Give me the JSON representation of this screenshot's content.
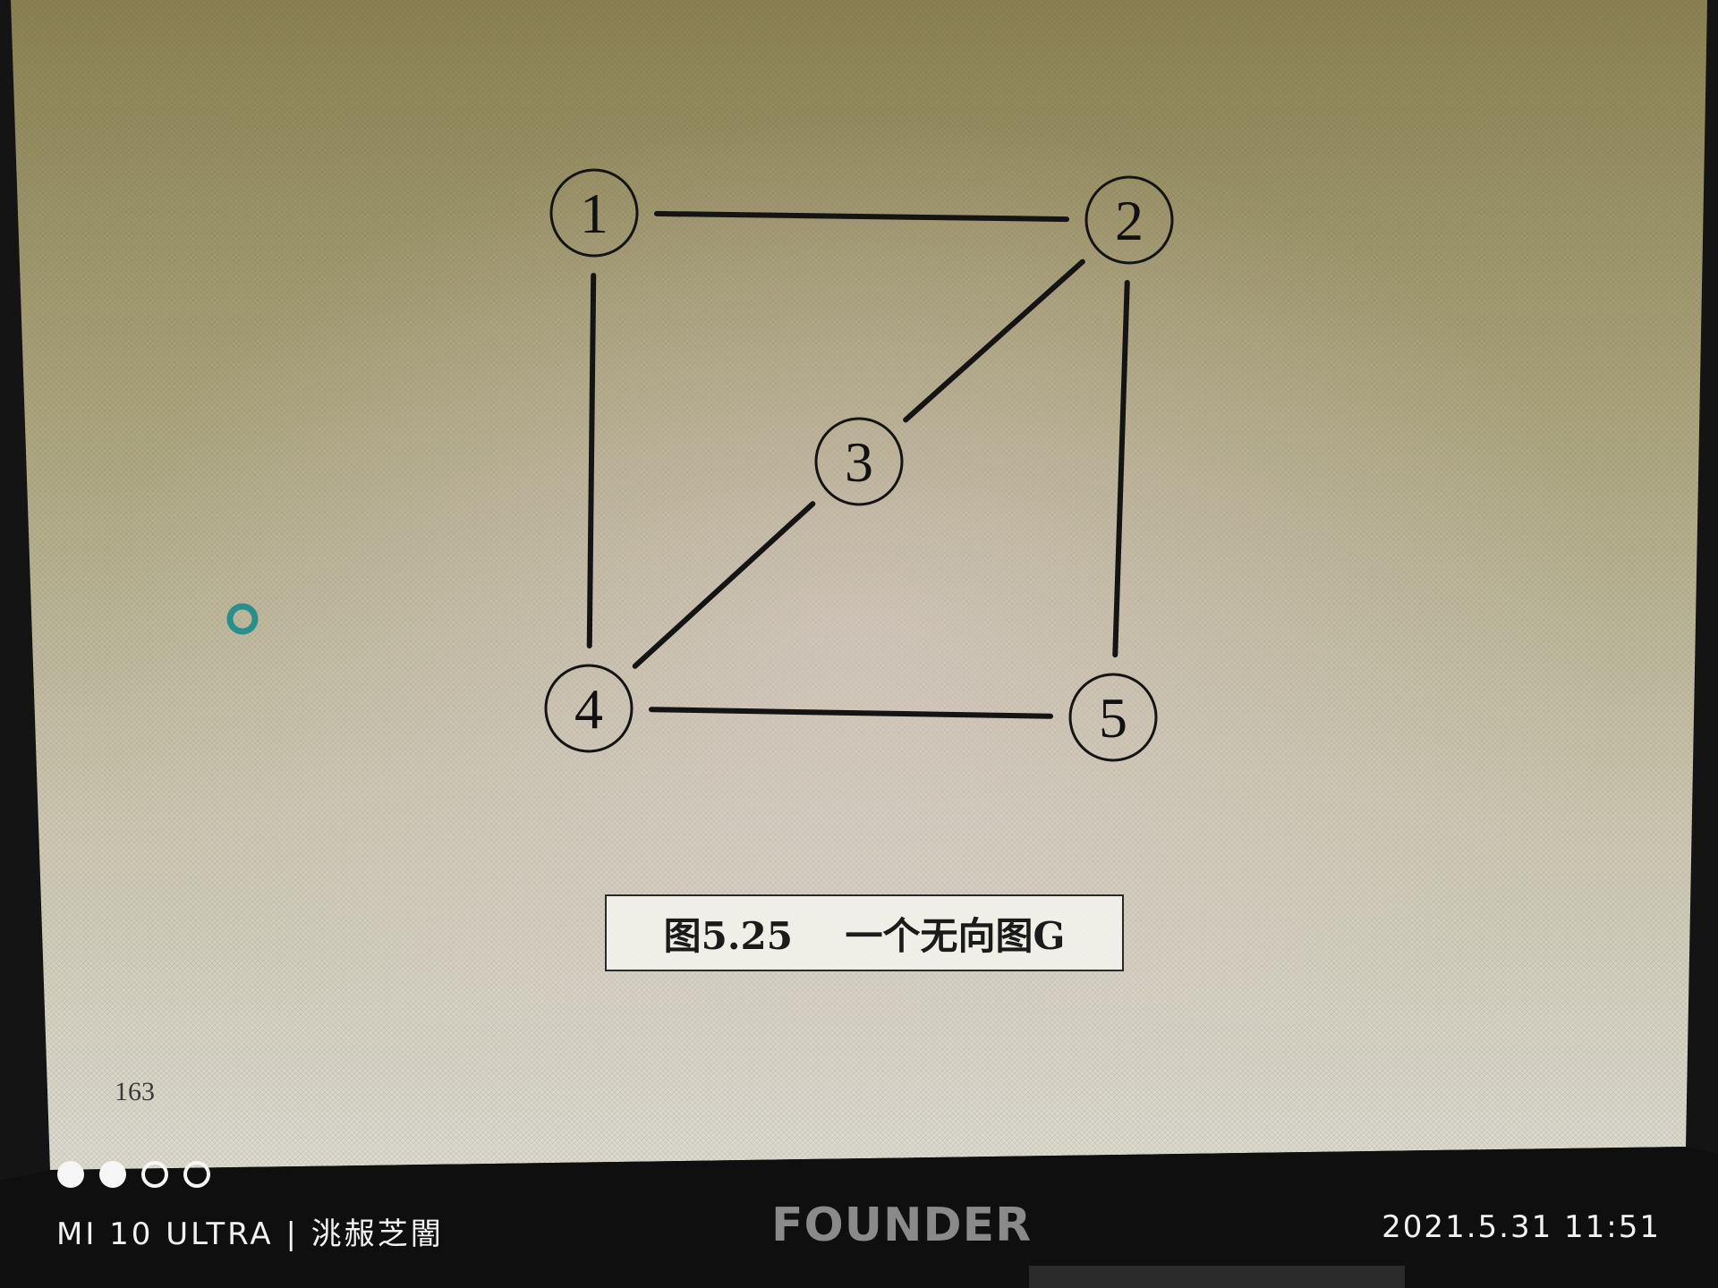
{
  "photo": {
    "subject": "photographed monitor displaying a textbook figure",
    "screen_colors": {
      "top": "#8c8455",
      "middle": "#bdb89a",
      "bottom": "#d8d5c8",
      "bezel": "#141414"
    }
  },
  "figure": {
    "nodes": [
      {
        "id": "1",
        "label": "1"
      },
      {
        "id": "2",
        "label": "2"
      },
      {
        "id": "3",
        "label": "3"
      },
      {
        "id": "4",
        "label": "4"
      },
      {
        "id": "5",
        "label": "5"
      }
    ],
    "edges": [
      {
        "from": "1",
        "to": "2"
      },
      {
        "from": "1",
        "to": "4"
      },
      {
        "from": "2",
        "to": "3"
      },
      {
        "from": "2",
        "to": "5"
      },
      {
        "from": "3",
        "to": "4"
      },
      {
        "from": "4",
        "to": "5"
      }
    ],
    "caption": "图5.25    一个无向图G"
  },
  "page": {
    "number": "163"
  },
  "monitor": {
    "brand": "FOUNDER"
  },
  "watermark": {
    "model_line": "MI 10 ULTRA | 洮赧芝闇",
    "datetime": "2021.5.31 11:51",
    "dots": [
      "filled",
      "filled",
      "hollow",
      "hollow"
    ]
  }
}
